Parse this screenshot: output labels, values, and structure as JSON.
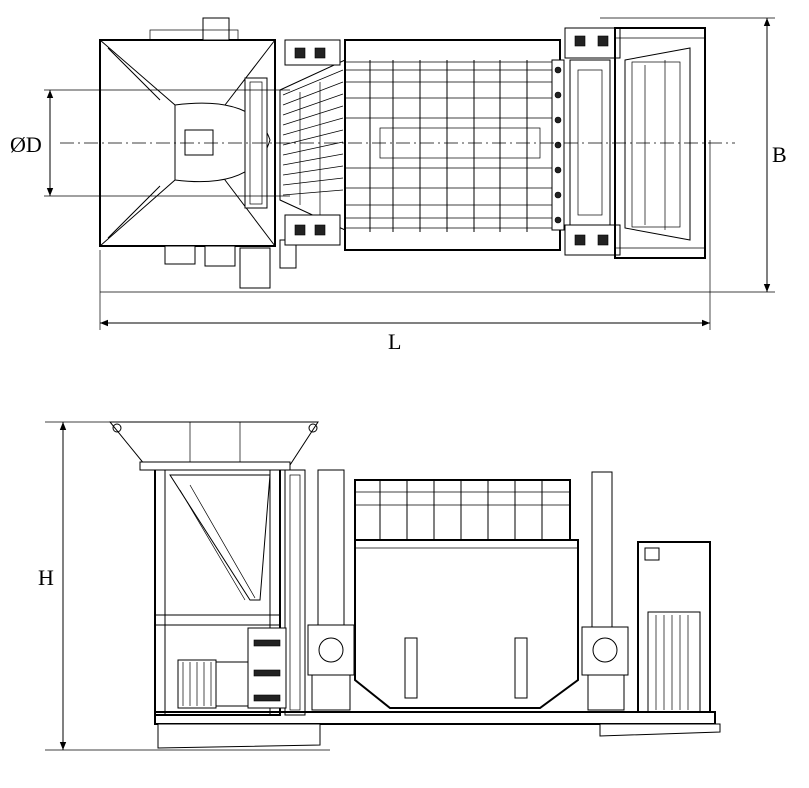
{
  "dimensions": {
    "diameter_label": "ØD",
    "width_label": "B",
    "length_label": "L",
    "height_label": "H"
  },
  "views": {
    "top": "plan-view",
    "front": "side-elevation"
  },
  "colors": {
    "line": "#000000",
    "background": "#ffffff"
  }
}
